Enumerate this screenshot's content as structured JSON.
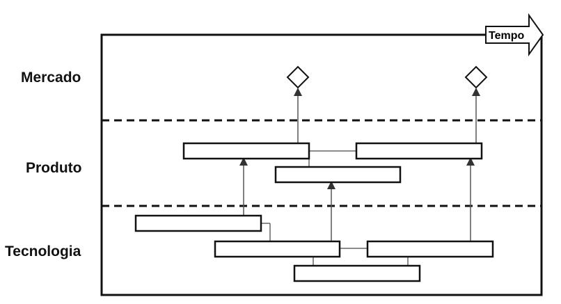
{
  "layers": {
    "mercado": "Mercado",
    "produto": "Produto",
    "tecnologia": "Tecnologia"
  },
  "time_arrow": {
    "label": "Tempo"
  },
  "colors": {
    "stroke": "#111111",
    "background": "#ffffff",
    "connector": "#666666"
  }
}
